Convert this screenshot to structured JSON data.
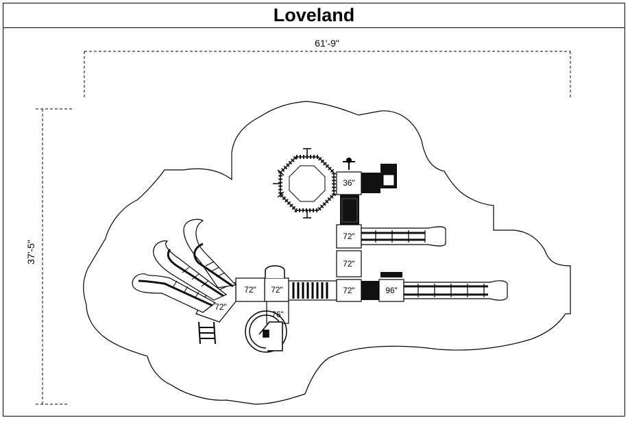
{
  "title": "Loveland",
  "dimensions": {
    "width": "61'-9\"",
    "height": "37'-5\""
  },
  "deck_labels": {
    "d36": "36\"",
    "d72_right_top": "72\"",
    "d72_right_mid": "72\"",
    "d72_right_low": "72\"",
    "d96": "96\"",
    "d72_center_a": "72\"",
    "d72_center_b": "72\"",
    "d76": "76\"",
    "d72_left": "72\""
  }
}
